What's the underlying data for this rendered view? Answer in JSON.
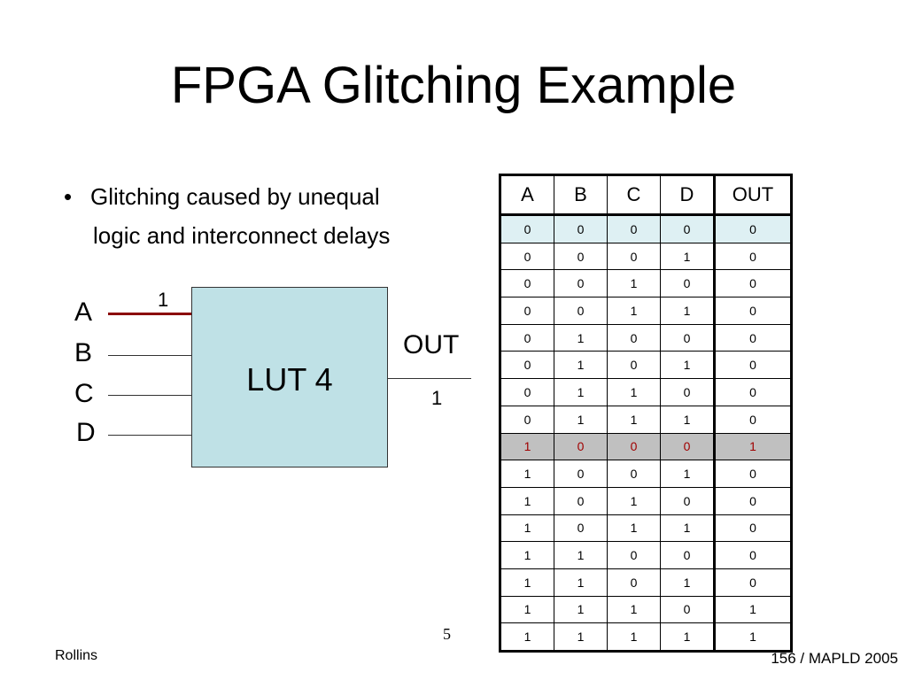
{
  "slide": {
    "title": "FPGA Glitching Example",
    "bullet": {
      "marker": "•",
      "line1": "Glitching caused by unequal",
      "line2": "logic and interconnect delays"
    },
    "diagram": {
      "inputs": [
        "A",
        "B",
        "C",
        "D"
      ],
      "input_a_value": "1",
      "block_label": "LUT 4",
      "output_label": "OUT",
      "output_value": "1",
      "block_color": "#bfe1e6",
      "active_wire_color": "#8b0000"
    },
    "truth_table": {
      "headers": [
        "A",
        "B",
        "C",
        "D",
        "OUT"
      ],
      "rows": [
        [
          "0",
          "0",
          "0",
          "0",
          "0"
        ],
        [
          "0",
          "0",
          "0",
          "1",
          "0"
        ],
        [
          "0",
          "0",
          "1",
          "0",
          "0"
        ],
        [
          "0",
          "0",
          "1",
          "1",
          "0"
        ],
        [
          "0",
          "1",
          "0",
          "0",
          "0"
        ],
        [
          "0",
          "1",
          "0",
          "1",
          "0"
        ],
        [
          "0",
          "1",
          "1",
          "0",
          "0"
        ],
        [
          "0",
          "1",
          "1",
          "1",
          "0"
        ],
        [
          "1",
          "0",
          "0",
          "0",
          "1"
        ],
        [
          "1",
          "0",
          "0",
          "1",
          "0"
        ],
        [
          "1",
          "0",
          "1",
          "0",
          "0"
        ],
        [
          "1",
          "0",
          "1",
          "1",
          "0"
        ],
        [
          "1",
          "1",
          "0",
          "0",
          "0"
        ],
        [
          "1",
          "1",
          "0",
          "1",
          "0"
        ],
        [
          "1",
          "1",
          "1",
          "0",
          "1"
        ],
        [
          "1",
          "1",
          "1",
          "1",
          "1"
        ]
      ],
      "highlight_row_colors": {
        "0": "#def0f3",
        "8": "#c0c0c0"
      }
    },
    "page_number": "5",
    "footer_left": "Rollins",
    "footer_right": "156 / MAPLD 2005"
  }
}
